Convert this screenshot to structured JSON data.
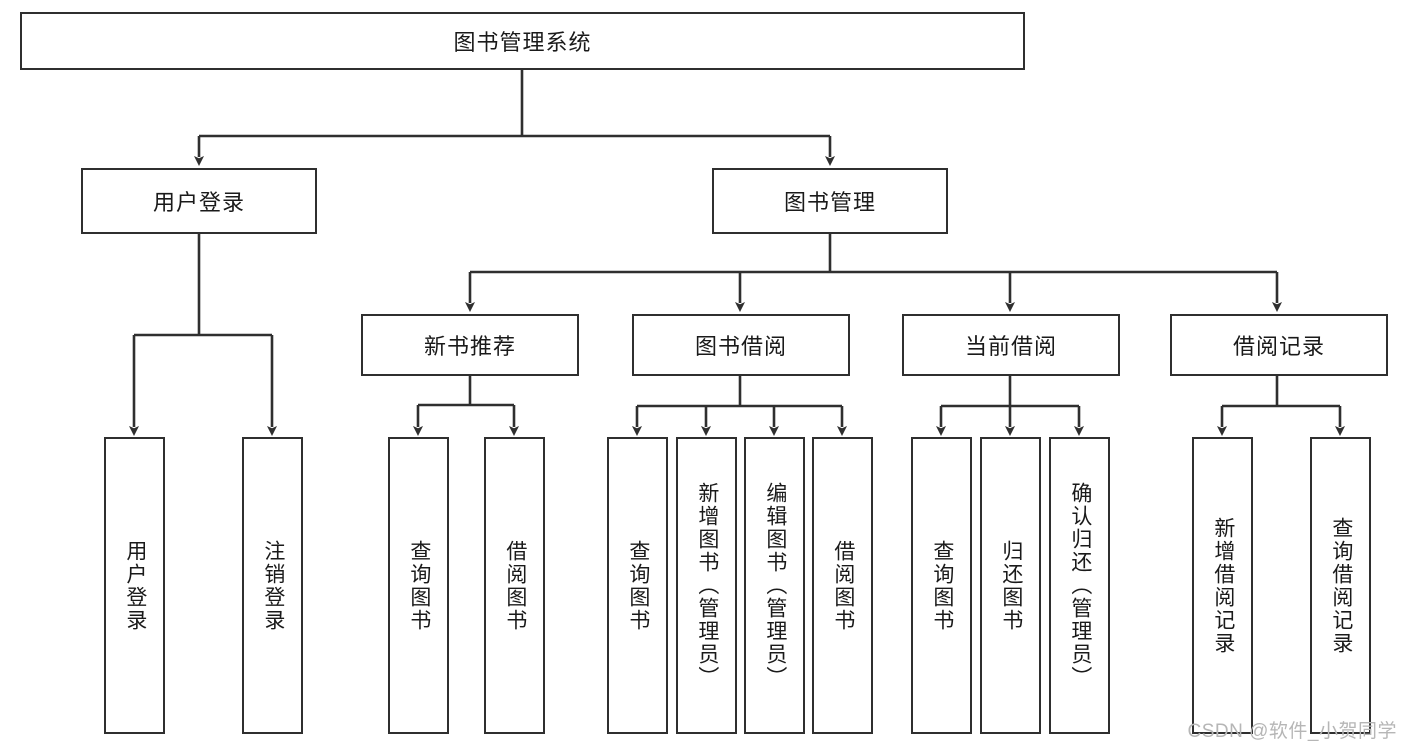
{
  "diagram": {
    "type": "tree",
    "title": "图书管理系统",
    "root": {
      "id": "root",
      "label": "图书管理系统"
    },
    "level2": [
      {
        "id": "user-login",
        "label": "用户登录"
      },
      {
        "id": "book-manage",
        "label": "图书管理"
      }
    ],
    "level3": [
      {
        "id": "new-book-rec",
        "label": "新书推荐",
        "parent": "book-manage"
      },
      {
        "id": "book-borrow",
        "label": "图书借阅",
        "parent": "book-manage"
      },
      {
        "id": "current-borrow",
        "label": "当前借阅",
        "parent": "book-manage"
      },
      {
        "id": "borrow-record",
        "label": "借阅记录",
        "parent": "book-manage"
      }
    ],
    "leaves": [
      {
        "id": "leaf-user-login",
        "label": "用户登录",
        "parent": "user-login"
      },
      {
        "id": "leaf-user-logout",
        "label": "注销登录",
        "parent": "user-login"
      },
      {
        "id": "leaf-query-book-1",
        "label": "查询图书",
        "parent": "new-book-rec"
      },
      {
        "id": "leaf-borrow-book-1",
        "label": "借阅图书",
        "parent": "new-book-rec"
      },
      {
        "id": "leaf-query-book-2",
        "label": "查询图书",
        "parent": "book-borrow"
      },
      {
        "id": "leaf-add-book",
        "label": "新增图书（管理员）",
        "parent": "book-borrow"
      },
      {
        "id": "leaf-edit-book",
        "label": "编辑图书（管理员）",
        "parent": "book-borrow"
      },
      {
        "id": "leaf-borrow-book-2",
        "label": "借阅图书",
        "parent": "book-borrow"
      },
      {
        "id": "leaf-query-book-3",
        "label": "查询图书",
        "parent": "current-borrow"
      },
      {
        "id": "leaf-return-book",
        "label": "归还图书",
        "parent": "current-borrow"
      },
      {
        "id": "leaf-confirm-return",
        "label": "确认归还（管理员）",
        "parent": "current-borrow"
      },
      {
        "id": "leaf-add-record",
        "label": "新增借阅记录",
        "parent": "borrow-record"
      },
      {
        "id": "leaf-query-record",
        "label": "查询借阅记录",
        "parent": "borrow-record"
      }
    ],
    "colors": {
      "line": "#2f2f2f",
      "box_border": "#2f2f2f",
      "box_fill": "#ffffff",
      "text": "#1a1a1a",
      "watermark": "#b6b6b6"
    }
  },
  "watermark": {
    "text": "CSDN @软件_小贺同学"
  }
}
